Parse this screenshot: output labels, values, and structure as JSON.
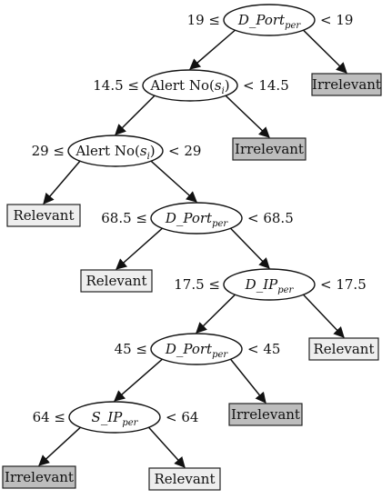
{
  "colors": {
    "relevant_fill": "#eeeeee",
    "irrelevant_fill": "#bdbdbd",
    "stroke": "#111111"
  },
  "nodes": [
    {
      "id": "n1",
      "var": "D_Port",
      "sub": "per",
      "left": "19 ≤",
      "right": "< 19"
    },
    {
      "id": "n2",
      "text": "Alert No(",
      "sub_i": "s",
      "sub_sub": "i",
      "close": ")",
      "left": "14.5 ≤",
      "right": "< 14.5"
    },
    {
      "id": "n3",
      "text": "Alert No(",
      "sub_i": "s",
      "sub_sub": "i",
      "close": ")",
      "left": "29 ≤",
      "right": "< 29"
    },
    {
      "id": "n4",
      "var": "D_Port",
      "sub": "per",
      "left": "68.5 ≤",
      "right": "< 68.5"
    },
    {
      "id": "n5",
      "var": "D_IP",
      "sub": "per",
      "left": "17.5 ≤",
      "right": "< 17.5"
    },
    {
      "id": "n6",
      "var": "D_Port",
      "sub": "per",
      "left": "45 ≤",
      "right": "< 45"
    },
    {
      "id": "n7",
      "var": "S_IP",
      "sub": "per",
      "left": "64 ≤",
      "right": "< 64"
    }
  ],
  "leaves": [
    {
      "id": "l1",
      "label": "Irrelevant",
      "kind": "irrelevant"
    },
    {
      "id": "l2",
      "label": "Irrelevant",
      "kind": "irrelevant"
    },
    {
      "id": "l3",
      "label": "Relevant",
      "kind": "relevant"
    },
    {
      "id": "l4",
      "label": "Relevant",
      "kind": "relevant"
    },
    {
      "id": "l5",
      "label": "Relevant",
      "kind": "relevant"
    },
    {
      "id": "l6",
      "label": "Irrelevant",
      "kind": "irrelevant"
    },
    {
      "id": "l7",
      "label": "Irrelevant",
      "kind": "irrelevant"
    },
    {
      "id": "l8",
      "label": "Relevant",
      "kind": "relevant"
    }
  ],
  "edges": [
    [
      "n1",
      "n2"
    ],
    [
      "n1",
      "l1"
    ],
    [
      "n2",
      "n3"
    ],
    [
      "n2",
      "l2"
    ],
    [
      "n3",
      "l3"
    ],
    [
      "n3",
      "n4"
    ],
    [
      "n4",
      "l4"
    ],
    [
      "n4",
      "n5"
    ],
    [
      "n5",
      "n6"
    ],
    [
      "n5",
      "l5"
    ],
    [
      "n6",
      "n7"
    ],
    [
      "n6",
      "l6"
    ],
    [
      "n7",
      "l7"
    ],
    [
      "n7",
      "l8"
    ]
  ]
}
